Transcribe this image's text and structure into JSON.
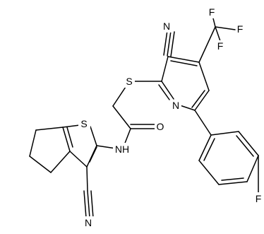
{
  "molecule": {
    "atoms": {
      "s_thioether": "S",
      "s_thiophene": "S",
      "n_pyridine": "N",
      "n_nitrile_top": "N",
      "n_nitrile_bottom": "N",
      "nh_amide": "NH",
      "o_carbonyl": "O",
      "f_aryl": "F",
      "f_cf3_top": "F",
      "f_cf3_right": "F",
      "f_cf3_bottom": "F"
    }
  }
}
